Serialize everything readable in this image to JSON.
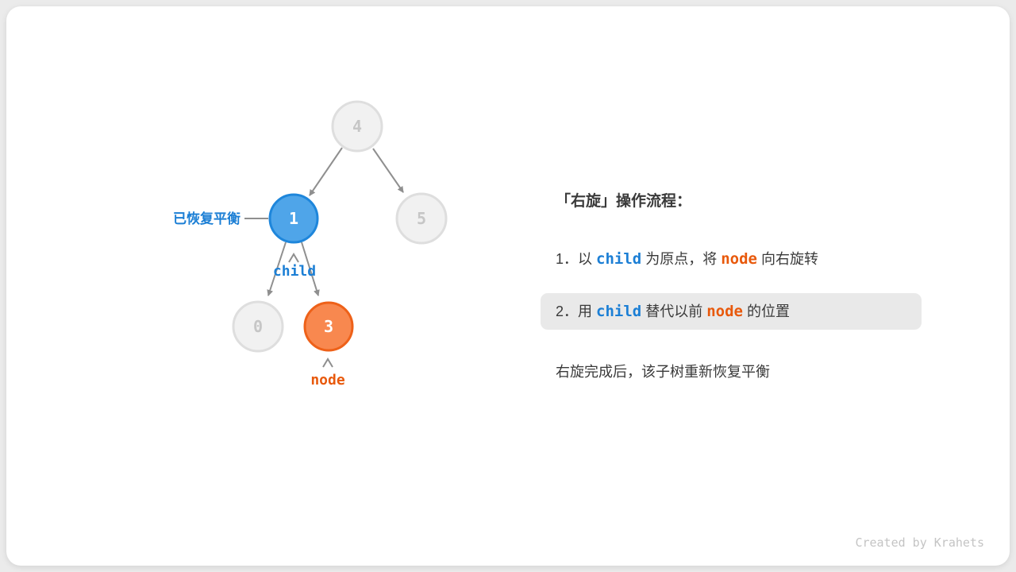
{
  "card": {
    "credit": "Created by Krahets"
  },
  "colors": {
    "accent_blue": "#1c7fd5",
    "accent_orange": "#e8590c",
    "node_blue_fill": "#4fa5e9",
    "node_orange_fill": "#f8884f",
    "node_faded_fill": "#f1f1f1",
    "arrow_gray": "#8f8f8f",
    "highlight_box": "#e9e9e9"
  },
  "tree": {
    "node4": "4",
    "node1": "1",
    "node5": "5",
    "node0": "0",
    "node3": "3",
    "label_balanced": "已恢复平衡",
    "label_child": "child",
    "label_node": "node"
  },
  "panel": {
    "heading": "「右旋」操作流程：",
    "step1_pre": "1．以 ",
    "step1_code1": "child",
    "step1_mid": " 为原点，将 ",
    "step1_code2": "node",
    "step1_post": " 向右旋转",
    "step2_pre": "2．用 ",
    "step2_code1": "child",
    "step2_mid": " 替代以前 ",
    "step2_code2": "node",
    "step2_post": " 的位置",
    "footer": "右旋完成后，该子树重新恢复平衡"
  }
}
